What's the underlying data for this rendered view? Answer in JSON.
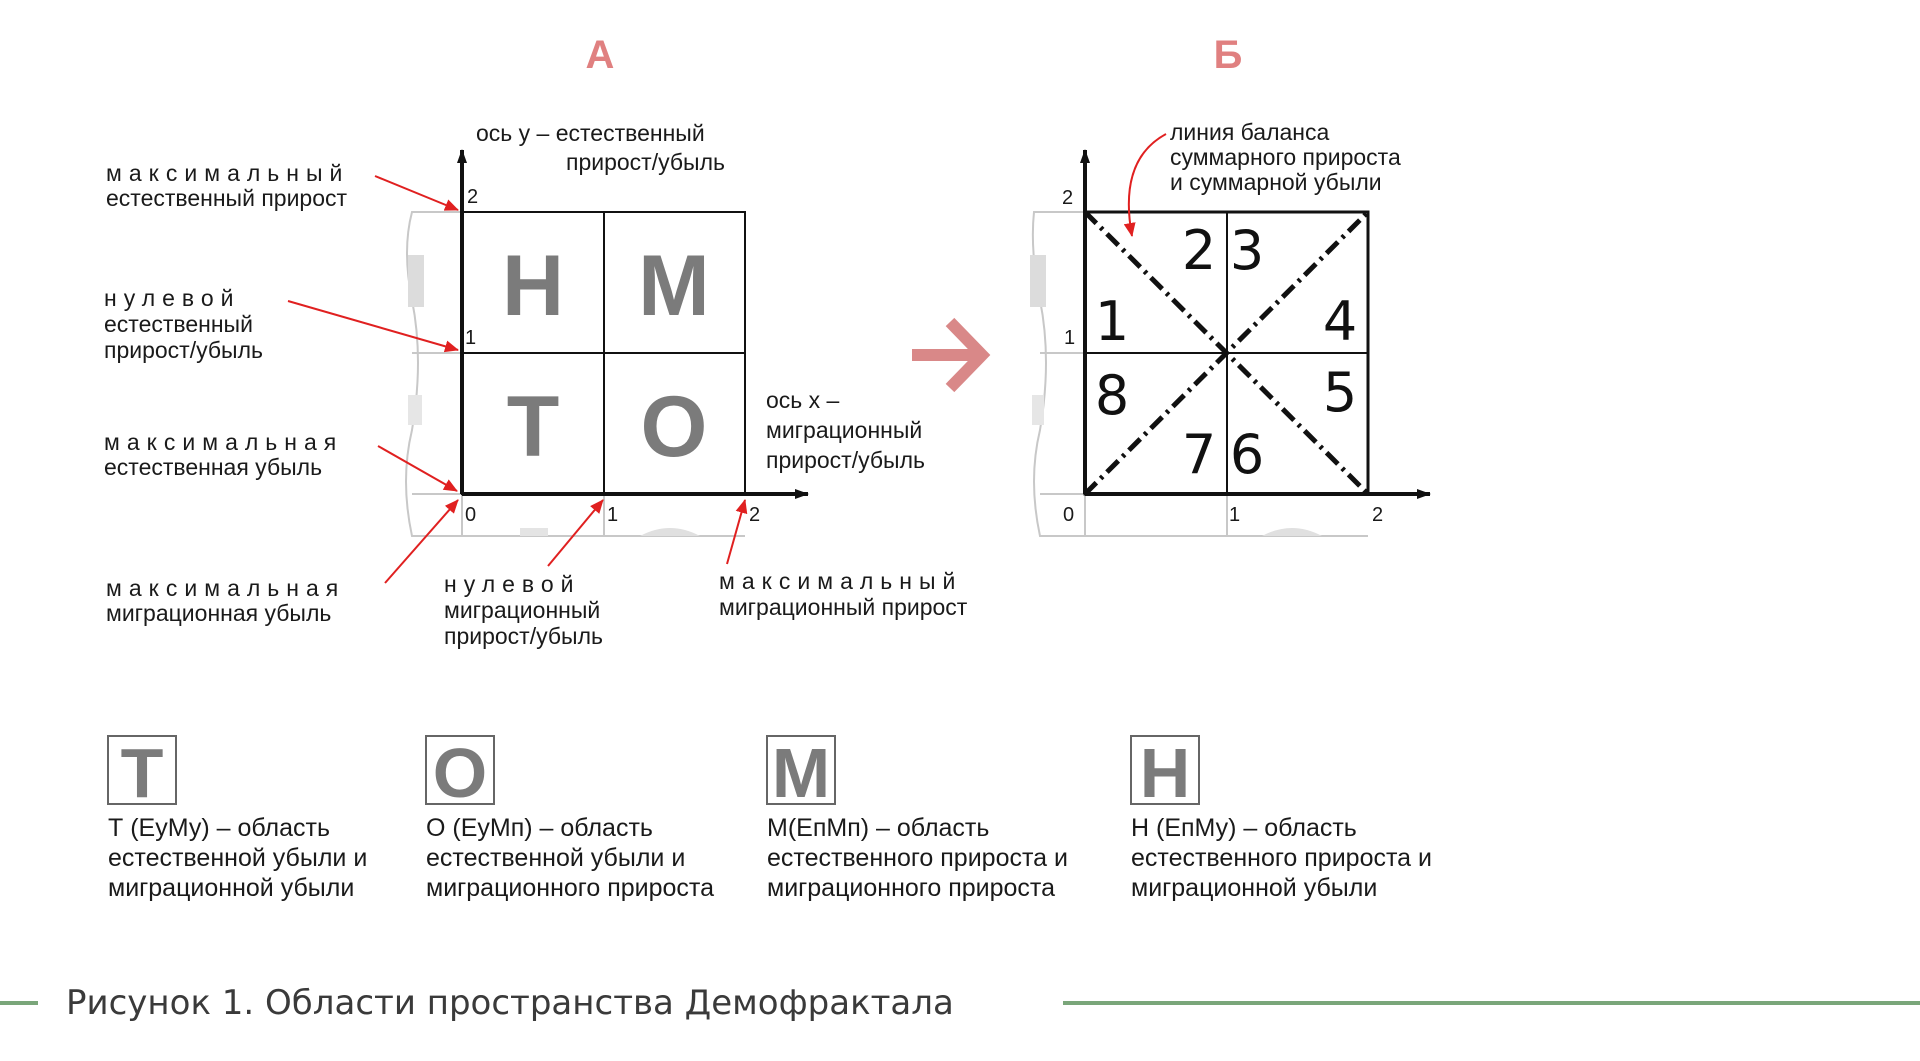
{
  "panels": {
    "a_label": "А",
    "b_label": "Б"
  },
  "panel_a": {
    "y_axis_label_1": "ось y – естественный",
    "y_axis_label_2": "прирост/убыль",
    "x_axis_label_1": "ось x –",
    "x_axis_label_2": "миграционный",
    "x_axis_label_3": "прирост/убыль",
    "y_ticks": [
      "2",
      "1"
    ],
    "x_ticks": [
      "0",
      "1",
      "2"
    ],
    "quadrants": {
      "top_left": "Н",
      "top_right": "М",
      "bottom_left": "Т",
      "bottom_right": "О"
    },
    "annotations": {
      "max_natural_growth_1": "максимальный",
      "max_natural_growth_2": "естественный прирост",
      "zero_natural_1": "нулевой",
      "zero_natural_2": "естественный",
      "zero_natural_3": "прирост/убыль",
      "max_natural_loss_1": "максимальная",
      "max_natural_loss_2": "естественная убыль",
      "max_migration_loss_1": "максимальная",
      "max_migration_loss_2": "миграционная убыль",
      "zero_migration_1": "нулевой",
      "zero_migration_2": "миграционный",
      "zero_migration_3": "прирост/убыль",
      "max_migration_growth_1": "максимальный",
      "max_migration_growth_2": "миграционный прирост"
    }
  },
  "panel_b": {
    "balance_line_1": "линия баланса",
    "balance_line_2": "суммарного прироста",
    "balance_line_3": "и суммарной убыли",
    "y_ticks": [
      "2",
      "1"
    ],
    "x_ticks": [
      "0",
      "1",
      "2"
    ],
    "sectors": [
      "1",
      "2",
      "3",
      "4",
      "5",
      "6",
      "7",
      "8"
    ]
  },
  "legend": [
    {
      "letter": "Т",
      "line1": "Т (ЕуМу) – область",
      "line2": "естественной убыли и",
      "line3": "миграционной убыли"
    },
    {
      "letter": "О",
      "line1": "О (ЕуМп) – область",
      "line2": "естественной убыли и",
      "line3": "миграционного прироста"
    },
    {
      "letter": "М",
      "line1": "М(ЕпМп) – область",
      "line2": "естественного прироста и",
      "line3": "миграционного прироста"
    },
    {
      "letter": "Н",
      "line1": "Н (ЕпМу) – область",
      "line2": "естественного прироста и",
      "line3": "миграционной убыли"
    }
  ],
  "caption": "Рисунок 1. Области пространства Демофрактала",
  "colors": {
    "accent_panel_letter": "#e08080",
    "arrow_red": "#e02020",
    "transition_arrow": "#d98888",
    "quadrant_letter_gray": "#7b7b7b",
    "caption_rule_green": "#7aa67a"
  }
}
